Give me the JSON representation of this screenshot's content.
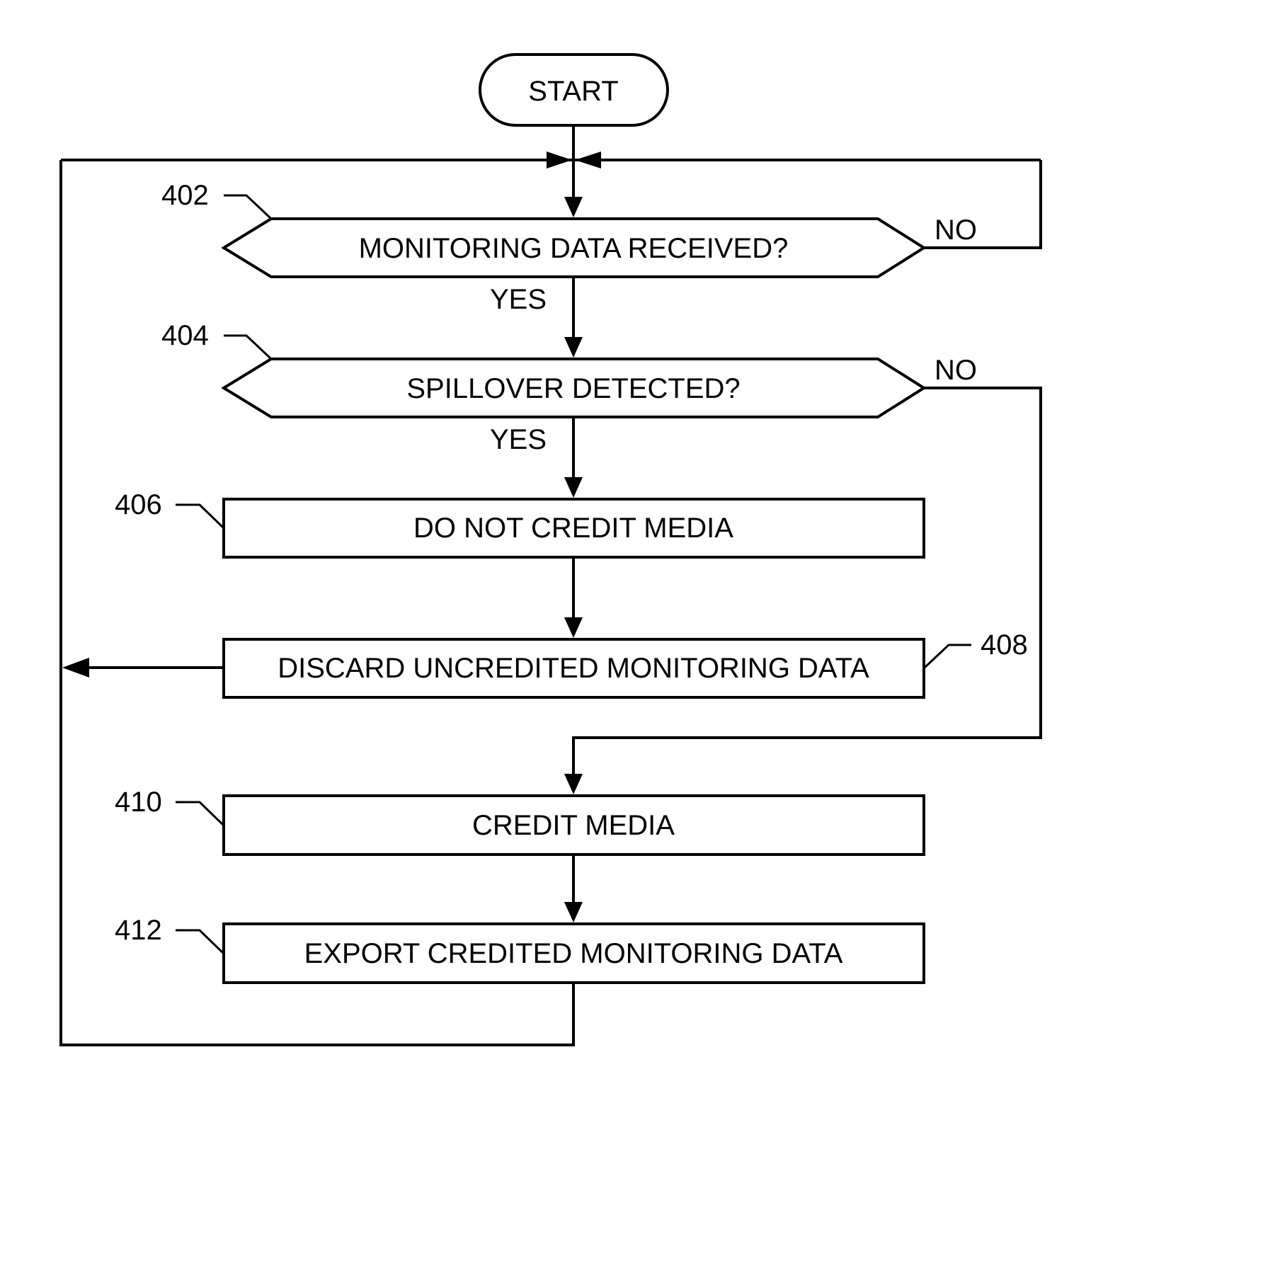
{
  "flowchart": {
    "start": "START",
    "steps": {
      "s402": {
        "ref": "402",
        "text": "MONITORING DATA RECEIVED?"
      },
      "s404": {
        "ref": "404",
        "text": "SPILLOVER DETECTED?"
      },
      "s406": {
        "ref": "406",
        "text": "DO NOT CREDIT MEDIA"
      },
      "s408": {
        "ref": "408",
        "text": "DISCARD UNCREDITED MONITORING DATA"
      },
      "s410": {
        "ref": "410",
        "text": "CREDIT MEDIA"
      },
      "s412": {
        "ref": "412",
        "text": "EXPORT CREDITED MONITORING DATA"
      }
    },
    "branches": {
      "d402_yes": "YES",
      "d402_no": "NO",
      "d404_yes": "YES",
      "d404_no": "NO"
    }
  }
}
